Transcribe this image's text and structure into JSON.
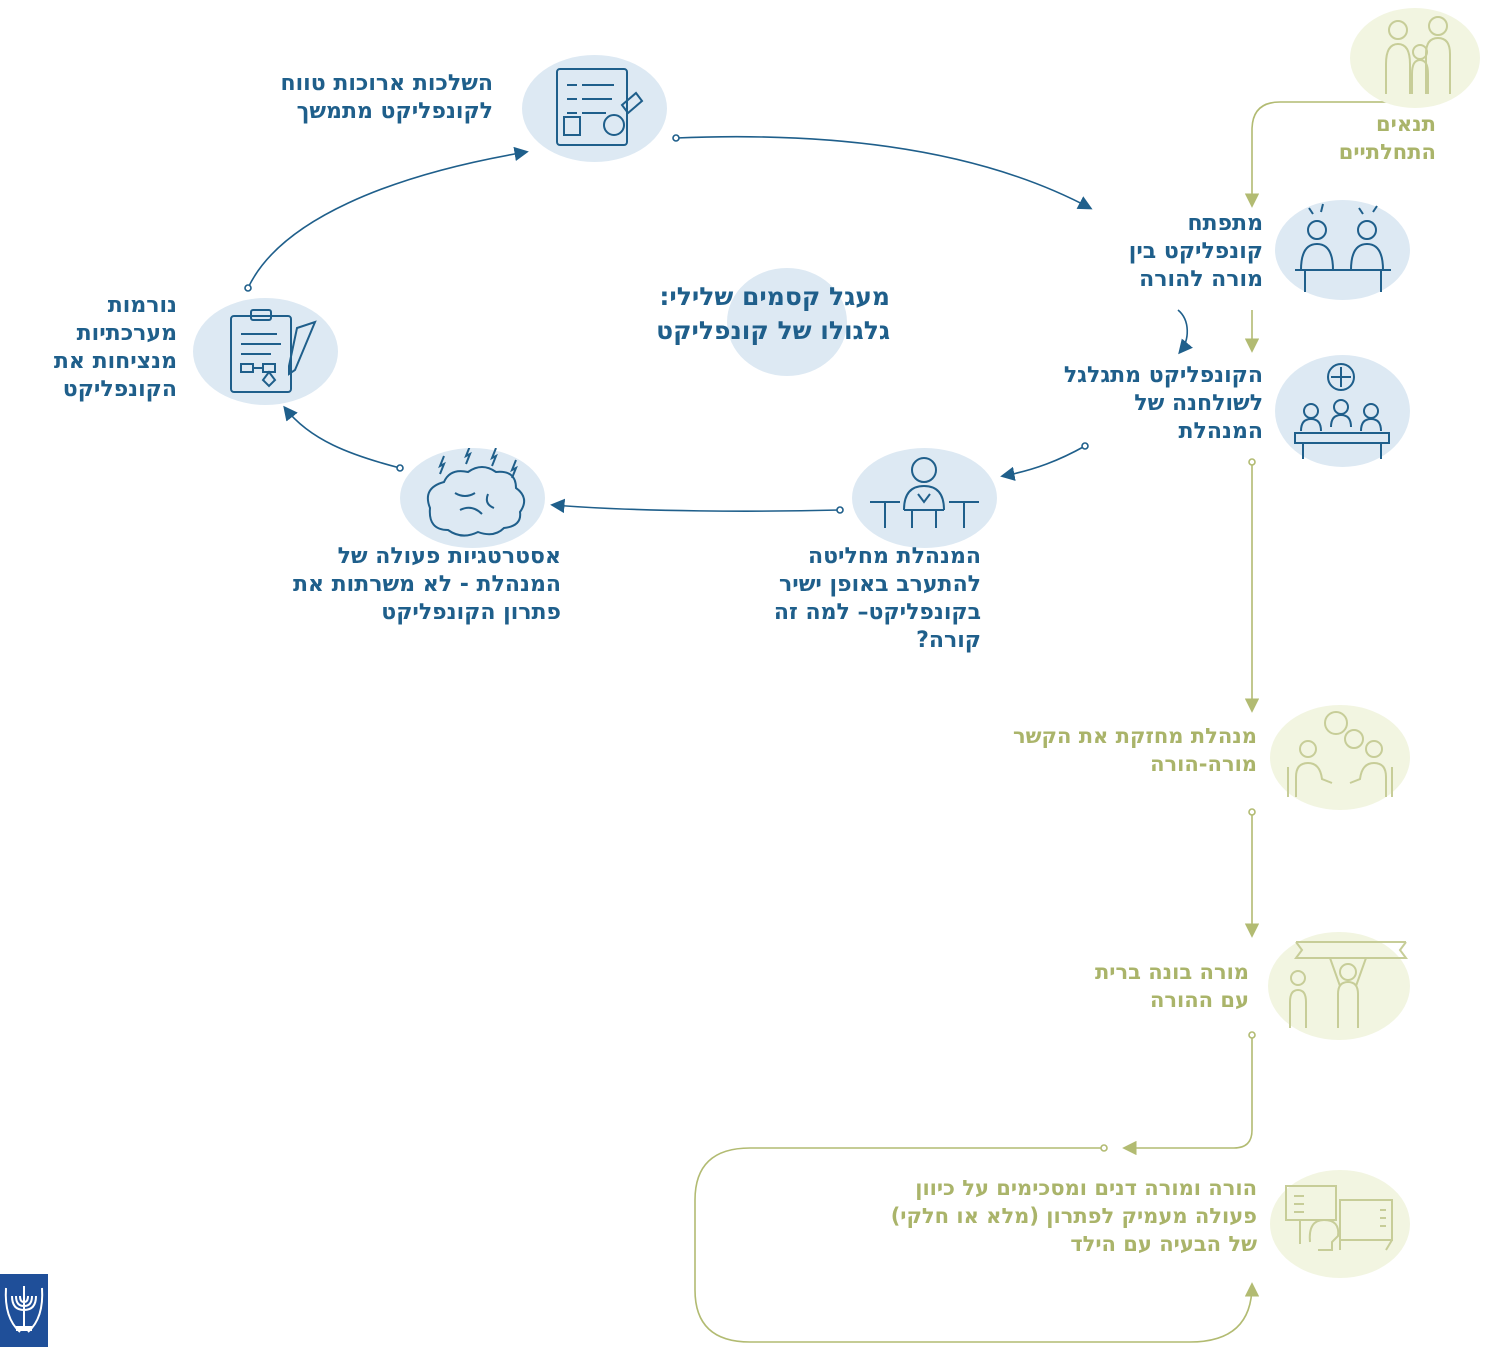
{
  "diagram": {
    "center_title": [
      "מעגל קסמים שלילי:",
      "גלגולו של קונפליקט"
    ],
    "cycle_nodes": [
      {
        "id": "long-term-effects",
        "lines": [
          "השלכות ארוכות טווח",
          "לקונפליקט מתמשך"
        ],
        "icon": "document-checklist-icon"
      },
      {
        "id": "system-norms",
        "lines": [
          "נורמות",
          "מערכתיות",
          "מנציחות את",
          "הקונפליקט"
        ],
        "icon": "clipboard-pen-icon"
      },
      {
        "id": "management-strategies",
        "lines": [
          "אסטרטגיות פעולה של",
          "המנהלת - לא משרתות את",
          "פתרון הקונפליקט"
        ],
        "icon": "brain-lightning-icon"
      },
      {
        "id": "management-intervenes",
        "lines": [
          "המנהלת מחליטה",
          "להתערב באופן ישיר",
          "בקונפליקט– למה זה",
          "קורה?"
        ],
        "icon": "manager-desk-icon"
      }
    ],
    "side_steps": [
      {
        "id": "initial-conditions",
        "lines": [
          "תנאים",
          "התחלתיים"
        ],
        "icon": "family-icon",
        "tone": "green"
      },
      {
        "id": "conflict-develops",
        "lines": [
          "מתפתח",
          "קונפליקט בין",
          "מורה להורה"
        ],
        "icon": "two-people-argue-icon",
        "tone": "blue"
      },
      {
        "id": "conflict-escalates",
        "lines": [
          "הקונפליקט מתגלגל",
          "לשולחנה של",
          "המנהלת"
        ],
        "icon": "meeting-table-icon",
        "tone": "blue"
      },
      {
        "id": "strengthen-bond",
        "lines": [
          "מנהלת מחזקת את הקשר",
          "מורה-הורה"
        ],
        "icon": "conversation-chairs-icon",
        "tone": "green"
      },
      {
        "id": "teacher-alliance",
        "lines": [
          "מורה בונה ברית",
          "עם ההורה"
        ],
        "icon": "banner-people-icon",
        "tone": "green"
      },
      {
        "id": "agree-direction",
        "lines": [
          "הורה ומורה דנים ומסכימים על כיוון",
          "פעולה מעמיק לפתרון (מלא או חלקי)",
          "של הבעיה עם הילד"
        ],
        "icon": "dialogue-icon",
        "tone": "green"
      }
    ],
    "colors": {
      "blue": "#1f5f8b",
      "blue_circle": "#dde9f3",
      "green": "#aab46a",
      "green_circle": "#f2f5e1"
    },
    "logo": "state-emblem-icon"
  }
}
